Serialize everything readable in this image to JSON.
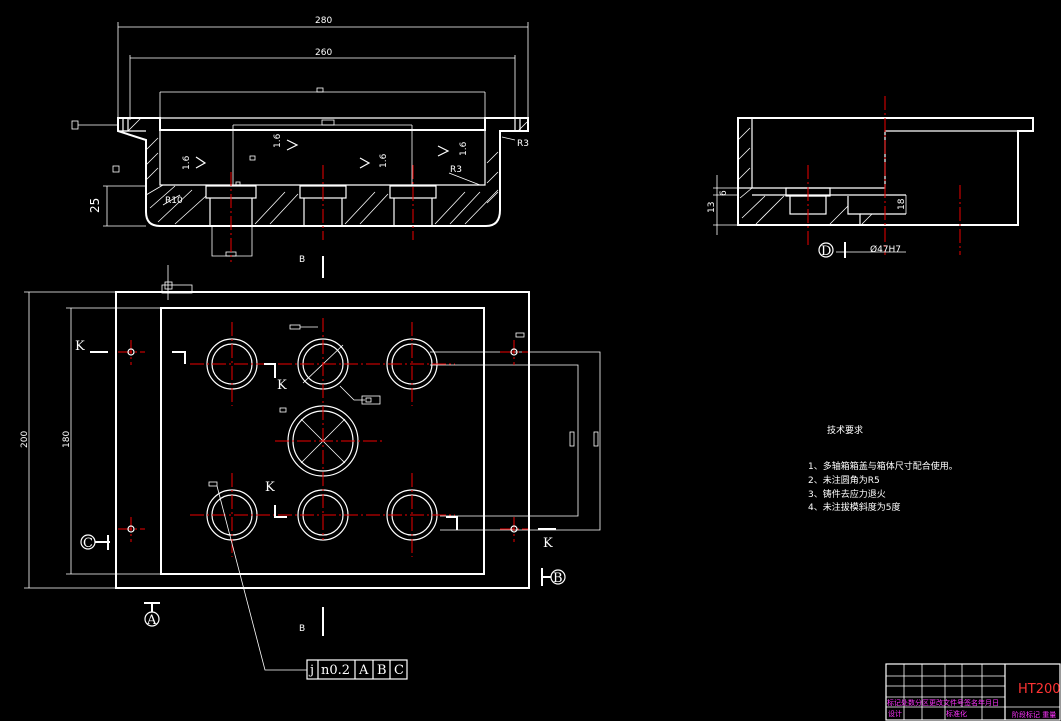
{
  "drawing": {
    "dims": {
      "d280": "280",
      "d260": "260",
      "d25": "25",
      "d200": "200",
      "d180": "180",
      "d13": "13",
      "d6": "6",
      "d18": "18",
      "dia47": "Ø47H7",
      "r3a": "R3",
      "r3b": "R3",
      "r10": "R10"
    },
    "roughness": [
      "1.6",
      "1.6",
      "1.6",
      "1.6"
    ],
    "labels": {
      "k1": "K",
      "k2": "K",
      "k3": "K",
      "k4": "K",
      "b_top": "B",
      "b_bottom": "B",
      "datum_a": "A",
      "datum_b": "B",
      "datum_c": "C",
      "datum_d": "D"
    },
    "tolerance_frame": [
      "j",
      "n0.2",
      "A",
      "B",
      "C"
    ],
    "tech": {
      "title": "技术要求",
      "items": [
        "1、多轴箱箱盖与箱体尺寸配合使用。",
        "2、未注圆角为R5",
        "3、铸件去应力退火",
        "4、未注拔模斜度为5度"
      ]
    },
    "title_block": {
      "material": "HT200",
      "row1": "标记处数分区更改文件号签名年月日",
      "row2a": "设计",
      "row2b": "标准化",
      "row2c": "阶段标记 重量"
    }
  },
  "colors": {
    "lines": "#ffffff",
    "centerlines": "#e00000",
    "title_text": "#ff33ff",
    "material_text": "#ff3333"
  }
}
